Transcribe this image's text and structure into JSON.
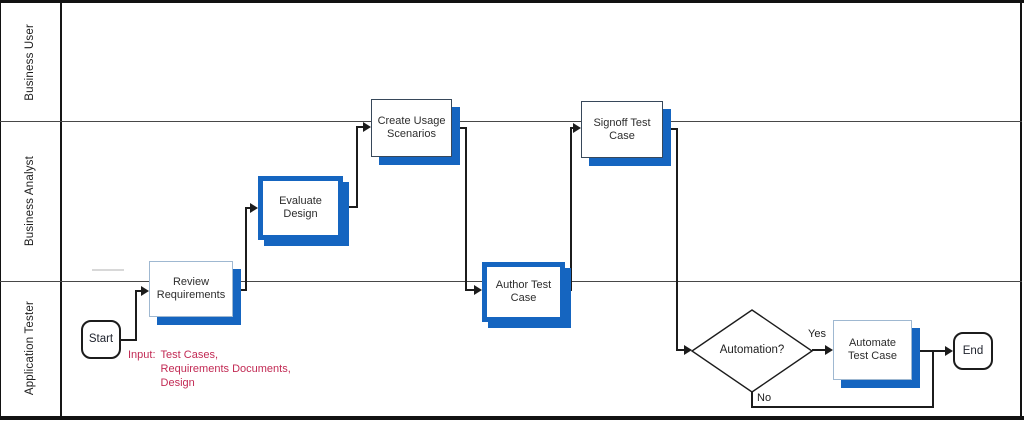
{
  "lanes": [
    {
      "label": "Business User"
    },
    {
      "label": "Business Analyst"
    },
    {
      "label": "Application Tester"
    }
  ],
  "nodes": {
    "start": {
      "label": "Start"
    },
    "review_requirements": {
      "line1": "Review",
      "line2": "Requirements"
    },
    "evaluate_design": {
      "line1": "Evaluate",
      "line2": "Design"
    },
    "create_usage_scenarios": {
      "line1": "Create Usage",
      "line2": "Scenarios"
    },
    "author_test_case": {
      "line1": "Author Test",
      "line2": "Case"
    },
    "signoff_test_case": {
      "line1": "Signoff Test",
      "line2": "Case"
    },
    "automation_decision": {
      "label": "Automation?"
    },
    "automate_test_case": {
      "line1": "Automate",
      "line2": "Test Case"
    },
    "end": {
      "label": "End"
    }
  },
  "edge_labels": {
    "yes": "Yes",
    "no": "No"
  },
  "annotation": {
    "prefix": "Input:",
    "items": [
      "Test Cases,",
      "Requirements Documents,",
      "Design"
    ]
  },
  "colors": {
    "shadow_blue": "#1565c0",
    "thick_border_blue": "#1565c0",
    "light_box_border": "#9fb8d1",
    "dark_box_border": "#37485a",
    "annotation_red": "#c22a54",
    "line_color": "#1c1c1c"
  }
}
